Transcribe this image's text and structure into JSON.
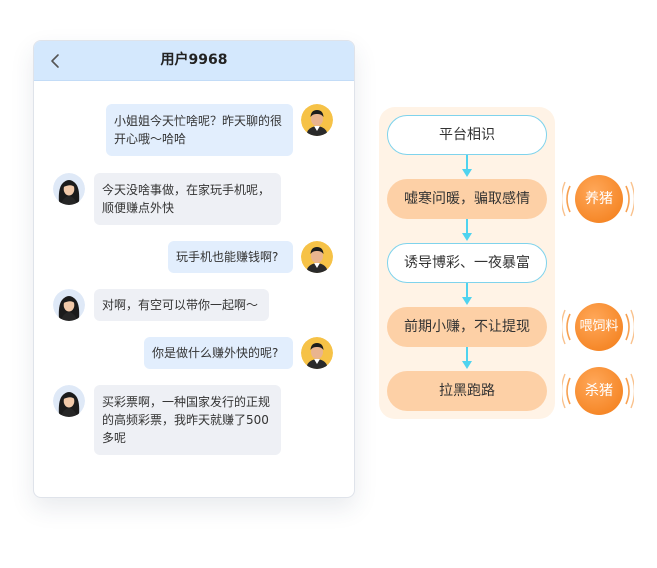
{
  "chat": {
    "title": "用户9968",
    "messages": [
      {
        "side": "out",
        "lines": "小姐姐今天忙啥呢？昨天聊的很\n开心哦～哈哈"
      },
      {
        "side": "in",
        "lines": "今天没啥事做，在家玩手机呢，\n顺便赚点外快"
      },
      {
        "side": "out",
        "lines": "玩手机也能赚钱啊?"
      },
      {
        "side": "in",
        "lines": "对啊，有空可以带你一起啊～"
      },
      {
        "side": "out",
        "lines": "你是做什么赚外快的呢?"
      },
      {
        "side": "in",
        "lines": "买彩票啊，一种国家发行的正规\n的高频彩票，我昨天就赚了500\n多呢"
      }
    ]
  },
  "flow": {
    "steps": [
      "平台相识",
      "嘘寒问暖，骗取感情",
      "诱导博彩、一夜暴富",
      "前期小赚，不让提现",
      "拉黑跑路"
    ],
    "stages": [
      "养猪",
      "喂饲料",
      "杀猪"
    ]
  },
  "colors": {
    "header": "#d4e8fd",
    "bubble_out": "#e2eefd",
    "bubble_in": "#eef0f5",
    "flow_bg": "#fff3e6",
    "node_filled": "#fdd0a6",
    "node_outline": "#7fd3ec",
    "arrow": "#4fd3ef",
    "stage": "#f5881f"
  }
}
